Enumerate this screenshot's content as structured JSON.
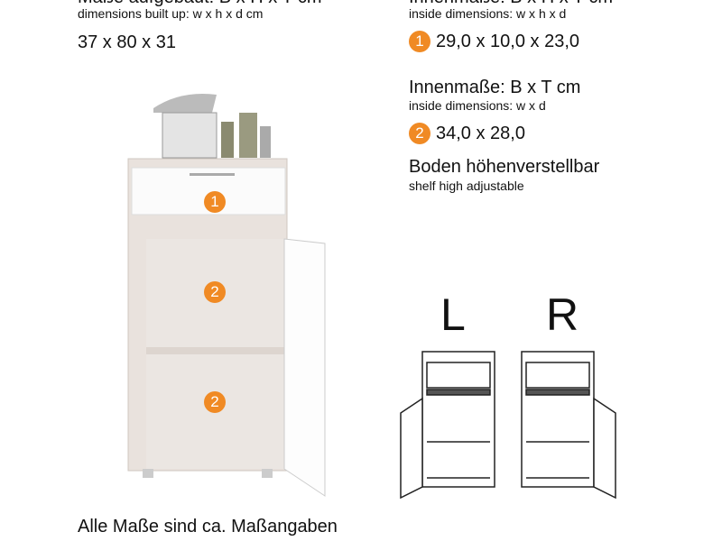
{
  "left": {
    "heading": "Maße aufgebaut: B x H x T cm",
    "subheading": "dimensions built up: w x h x d cm",
    "value": "37 x 80 x 31"
  },
  "right": {
    "heading1": "Innenmaße: B x H x T cm",
    "sub1": "inside dimensions: w x h x d",
    "badge1": "1",
    "value1": "29,0 x 10,0 x 23,0",
    "heading2": "Innenmaße: B x T cm",
    "sub2": "inside dimensions: w x d",
    "badge2": "2",
    "value2": "34,0 x 28,0",
    "shelf_de": "Boden höhenverstellbar",
    "shelf_en": "shelf high adjustable"
  },
  "variants": {
    "left_label": "L",
    "right_label": "R"
  },
  "photo_badges": [
    "1",
    "2",
    "2"
  ],
  "footer": {
    "note": "Alle Maße sind ca. Maßangaben"
  },
  "colors": {
    "badge": "#f08a24"
  }
}
